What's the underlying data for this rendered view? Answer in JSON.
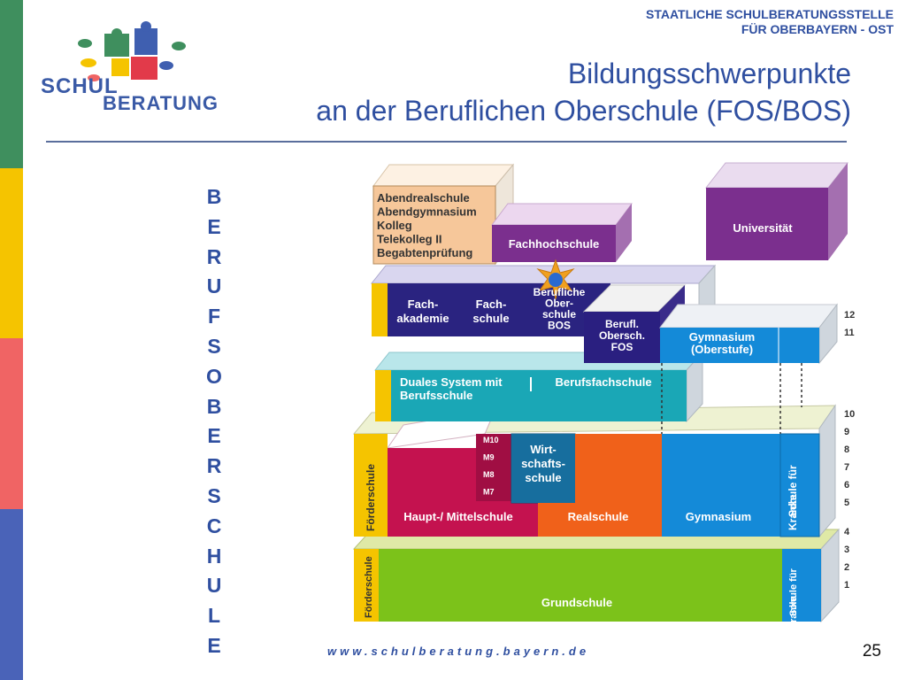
{
  "header": {
    "org_line1": "STAATLICHE SCHULBERATUNGSSTELLE",
    "org_line2": "FÜR OBERBAYERN - OST",
    "title_line1": "Bildungsschwerpunkte",
    "title_line2": "an der Beruflichen Oberschule (FOS/BOS)"
  },
  "logo": {
    "word1": "SCHUL",
    "word2": "BERATUNG"
  },
  "vertical_word": [
    "B",
    "E",
    "R",
    "U",
    "F",
    "S",
    "O",
    "B",
    "E",
    "R",
    "S",
    "C",
    "H",
    "U",
    "L",
    "E"
  ],
  "diagram": {
    "abend": [
      "Abendrealschule",
      "Abendgymnasium",
      "Kolleg",
      "Telekolleg II",
      "Begabtenprüfung"
    ],
    "fachhochschule": "Fachhochschule",
    "universitaet": "Universität",
    "fachakademie": [
      "Fach-",
      "akademie"
    ],
    "fachschule": [
      "Fach-",
      "schule"
    ],
    "bos": [
      "Berufliche",
      "Ober-",
      "schule",
      "BOS"
    ],
    "fos": [
      "Berufl.",
      "Obersch.",
      "FOS"
    ],
    "gymnasium_oberstufe": [
      "Gymnasium",
      "(Oberstufe)"
    ],
    "duales_system": [
      "Duales System mit",
      "Berufsschule"
    ],
    "berufsfachschule": "Berufsfachschule",
    "foerderschule_upper": "Förderschule",
    "foerderschule_lower": "Förderschule",
    "mittelschule": "Haupt-/ Mittelschule",
    "m_levels": [
      "M10",
      "M9",
      "M8",
      "M7"
    ],
    "wirtschaftsschule": [
      "Wirt-",
      "schafts-",
      "schule"
    ],
    "realschule": "Realschule",
    "gymnasium": "Gymnasium",
    "schule_kranke_upper": [
      "Schule für",
      "Kranke"
    ],
    "schule_kranke_lower": [
      "Schule für",
      "Kranke"
    ],
    "grundschule": "Grundschule",
    "grades_upper": [
      "12",
      "11"
    ],
    "grades_mid": [
      "10",
      "9",
      "8",
      "7",
      "6",
      "5"
    ],
    "grades_low": [
      "4",
      "3",
      "2",
      "1"
    ]
  },
  "footer": {
    "url": "www.schulberatung.bayern.de",
    "page": "25"
  },
  "colors": {
    "title_blue": "#2f4fa0",
    "stripe_green": "#3f8f5e",
    "stripe_yellow": "#f5c400",
    "stripe_red": "#f06464",
    "stripe_blue": "#4a63b8",
    "purple": "#7b2f8e",
    "navy": "#2a2380",
    "teal": "#1aa7b6",
    "crimson": "#c4124f",
    "orange": "#f0611a",
    "blue": "#148ad8",
    "lime": "#7cc21a",
    "yellow": "#f5c400",
    "tan": "#f6c79a"
  }
}
